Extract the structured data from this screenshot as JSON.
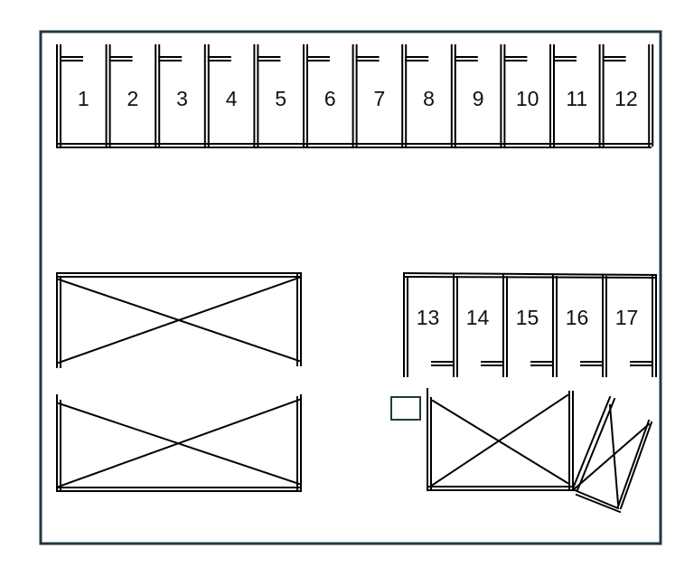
{
  "colors": {
    "frame": "#1e3a40",
    "lines": "#000000",
    "background": "#ffffff"
  },
  "top_row": {
    "stall_labels": [
      "1",
      "2",
      "3",
      "4",
      "5",
      "6",
      "7",
      "8",
      "9",
      "10",
      "11",
      "12"
    ]
  },
  "lower_row": {
    "stall_labels": [
      "13",
      "14",
      "15",
      "16",
      "17"
    ]
  },
  "blocks": {
    "count_crossed_rectangles": 3,
    "small_box": true,
    "folding_gate": true
  }
}
